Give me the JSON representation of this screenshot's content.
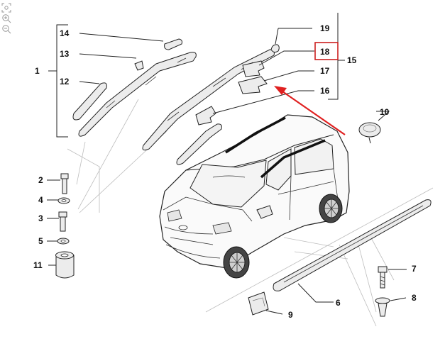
{
  "diagram": {
    "callouts": [
      {
        "id": "c1",
        "text": "1"
      },
      {
        "id": "c2",
        "text": "2"
      },
      {
        "id": "c3",
        "text": "3"
      },
      {
        "id": "c4",
        "text": "4"
      },
      {
        "id": "c5",
        "text": "5"
      },
      {
        "id": "c6",
        "text": "6"
      },
      {
        "id": "c7",
        "text": "7"
      },
      {
        "id": "c8",
        "text": "8"
      },
      {
        "id": "c9",
        "text": "9"
      },
      {
        "id": "c10",
        "text": "10"
      },
      {
        "id": "c11",
        "text": "11"
      },
      {
        "id": "c12",
        "text": "12"
      },
      {
        "id": "c13",
        "text": "13"
      },
      {
        "id": "c14",
        "text": "14"
      },
      {
        "id": "c15",
        "text": "15"
      },
      {
        "id": "c16",
        "text": "16"
      },
      {
        "id": "c17",
        "text": "17"
      },
      {
        "id": "c18",
        "text": "18"
      },
      {
        "id": "c19",
        "text": "19"
      }
    ],
    "highlighted_callout": "18",
    "highlight_color": "#cc1f1f",
    "arrow_color": "#e02020"
  },
  "toolbar": {
    "icons": [
      "fit-icon",
      "zoom-in-icon",
      "zoom-out-icon"
    ]
  }
}
